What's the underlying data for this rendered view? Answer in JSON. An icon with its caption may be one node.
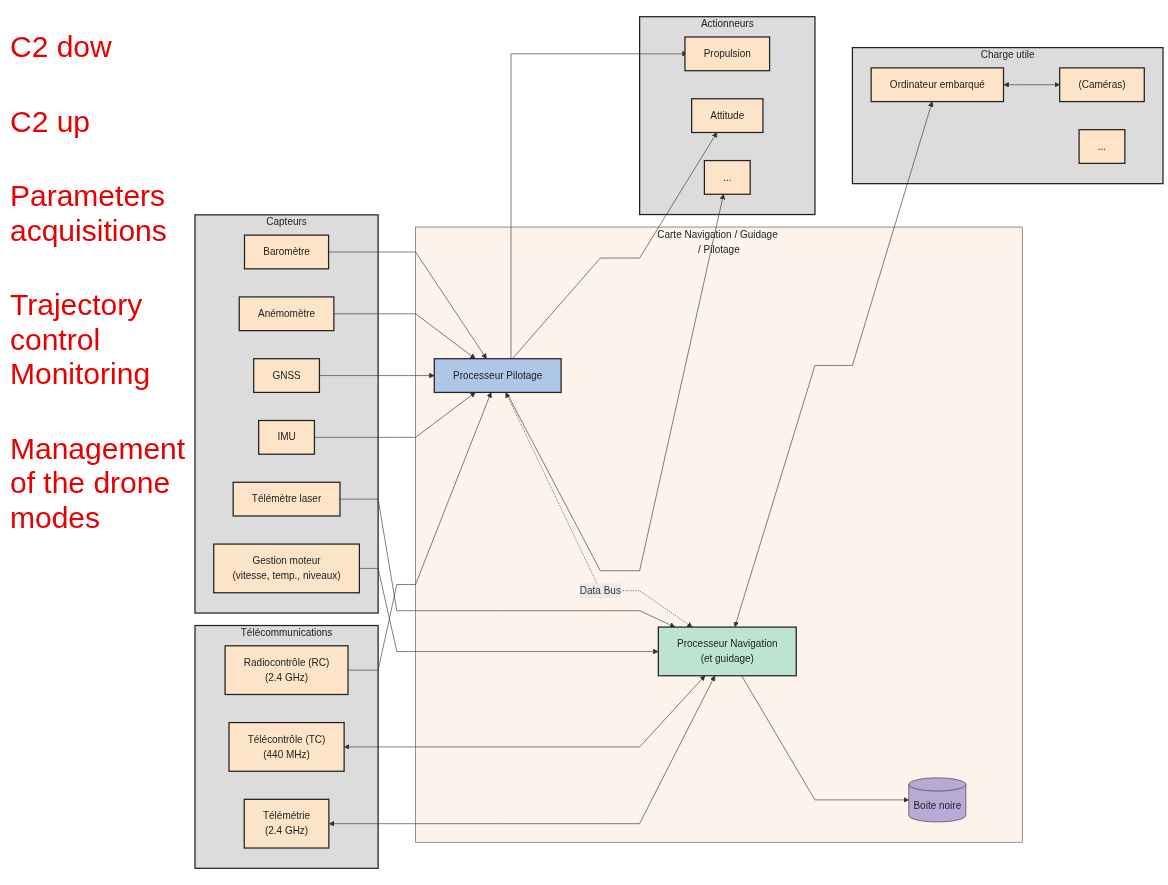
{
  "diagram": {
    "nodes": [
      {
        "text": [
          "Télécommunications"
        ]
      },
      {
        "text": [
          "Télémétrie",
          "(2.4 GHz)"
        ],
        "in": 0
      },
      {
        "text": [
          "Télécontrôle (TC)",
          "(440 MHz)"
        ],
        "in": 0
      },
      {
        "text": [
          "Radiocontrôle (RC)",
          "(2.4 GHz)"
        ],
        "in": 0
      },
      {
        "text": [
          "Carte Navigation / Guidage / Pilotage"
        ]
      },
      {
        "text": [
          "Processeur Navigation",
          "(et guidage)"
        ],
        "in": 4
      },
      {
        "text": [
          "Boite noire"
        ],
        "in": 4
      },
      {
        "text": [
          "Processeur Pilotage"
        ],
        "in": 4
      },
      {
        "text": [
          "Charge utile"
        ]
      },
      {
        "text": [
          "Ordinateur embarqué"
        ],
        "in": 8
      },
      {
        "text": [
          "(Caméras)"
        ],
        "in": 8
      },
      {
        "text": [
          "..."
        ],
        "in": 8
      },
      {
        "text": [
          "Capteurs"
        ]
      },
      {
        "text": [
          "Gestion moteur",
          "(vitesse, temp., niveaux)"
        ],
        "in": 12
      },
      {
        "text": [
          "Télémètre laser"
        ],
        "in": 12
      },
      {
        "text": [
          "IMU"
        ],
        "in": 12
      },
      {
        "text": [
          "GNSS"
        ],
        "in": 12
      },
      {
        "text": [
          "Anémomètre"
        ],
        "in": 12
      },
      {
        "text": [
          "Baromètre"
        ],
        "in": 12
      },
      {
        "text": [
          "Actionneurs"
        ]
      },
      {
        "text": [
          "Propulsion"
        ],
        "in": 19
      },
      {
        "text": [
          "Attitude"
        ],
        "in": 19
      },
      {
        "text": [
          "..."
        ],
        "in": 19
      }
    ],
    "edges": [
      {
        "from": 1,
        "to": 5,
        "arrow": "both"
      },
      {
        "from": 2,
        "to": 5,
        "arrow": "both"
      },
      {
        "from": 3,
        "to": 7,
        "arrow": "to"
      },
      {
        "from": 5,
        "to": 6,
        "arrow": "to"
      },
      {
        "from": 5,
        "to": 9,
        "arrow": "both"
      },
      {
        "from": 9,
        "to": 10,
        "arrow": "both"
      },
      {
        "from": 13,
        "to": 5,
        "arrow": "to"
      },
      {
        "from": 14,
        "to": 5,
        "arrow": "to"
      },
      {
        "from": 7,
        "to": 5,
        "arrow": "both",
        "style": "dashed",
        "label": "Data Bus"
      },
      {
        "from": 15,
        "to": 7,
        "arrow": "to"
      },
      {
        "from": 16,
        "to": 7,
        "arrow": "to"
      },
      {
        "from": 17,
        "to": 7,
        "arrow": "to"
      },
      {
        "from": 18,
        "to": 7,
        "arrow": "to"
      },
      {
        "from": 7,
        "to": 20,
        "arrow": "to"
      },
      {
        "from": 7,
        "to": 21,
        "arrow": "to"
      },
      {
        "from": 7,
        "to": 22,
        "arrow": "to"
      }
    ],
    "labels": [
      "C2 dow",
      "C2 up",
      "Parameters acquisitions",
      "Trajectory control Monitoring",
      "Management of the drone modes"
    ]
  }
}
